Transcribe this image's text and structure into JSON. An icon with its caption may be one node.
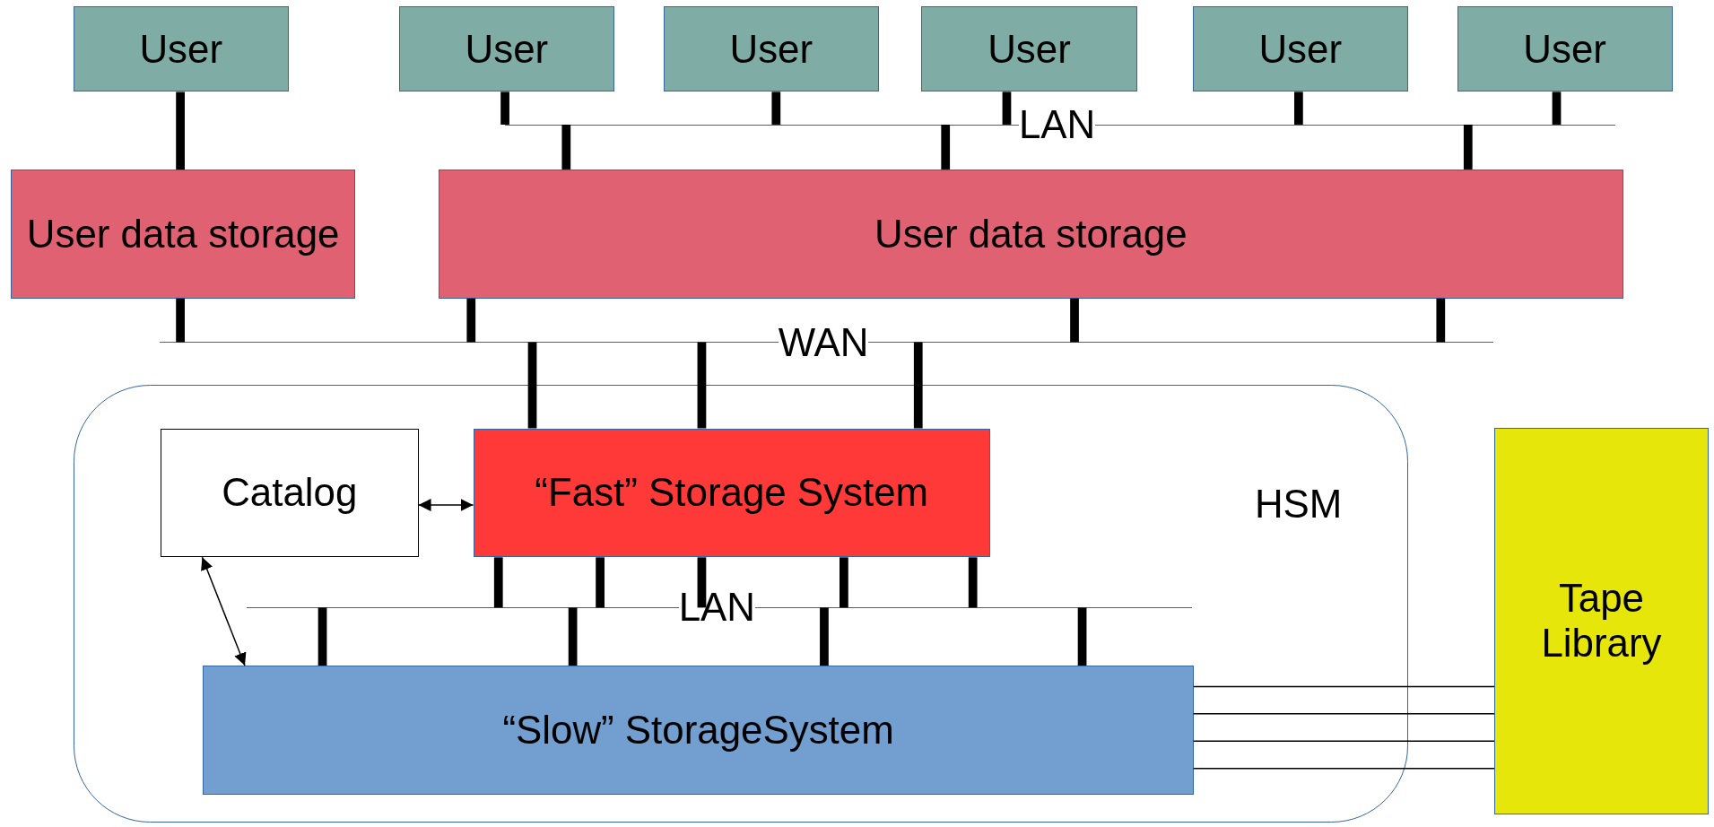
{
  "diagram": {
    "nodes": [
      {
        "text": [
          "User"
        ]
      },
      {
        "text": [
          "User"
        ]
      },
      {
        "text": [
          "User"
        ]
      },
      {
        "text": [
          "User"
        ]
      },
      {
        "text": [
          "User"
        ]
      },
      {
        "text": [
          "User"
        ]
      },
      {
        "text": [
          "User data storage"
        ]
      },
      {
        "text": [
          "User data storage"
        ]
      },
      {
        "text": [
          "LAN"
        ]
      },
      {
        "text": [
          "WAN"
        ]
      },
      {
        "text": [
          "HSM"
        ]
      },
      {
        "text": [
          "Catalog"
        ],
        "in": 10
      },
      {
        "text": [
          "“Fast” Storage System"
        ],
        "in": 10
      },
      {
        "text": [
          "LAN"
        ],
        "in": 10
      },
      {
        "text": [
          "“Slow” StorageSystem"
        ],
        "in": 10
      },
      {
        "text": [
          "Tape Library"
        ]
      }
    ],
    "edges": [
      {
        "from": 0,
        "to": 6,
        "arrow": "none"
      },
      {
        "from": 1,
        "to": 8,
        "arrow": "none"
      },
      {
        "from": 2,
        "to": 8,
        "arrow": "none"
      },
      {
        "from": 3,
        "to": 8,
        "arrow": "none"
      },
      {
        "from": 4,
        "to": 8,
        "arrow": "none"
      },
      {
        "from": 5,
        "to": 8,
        "arrow": "none"
      },
      {
        "from": 8,
        "to": 7,
        "arrow": "none"
      },
      {
        "from": 8,
        "to": 7,
        "arrow": "none"
      },
      {
        "from": 8,
        "to": 7,
        "arrow": "none"
      },
      {
        "from": 6,
        "to": 9,
        "arrow": "none"
      },
      {
        "from": 7,
        "to": 9,
        "arrow": "none"
      },
      {
        "from": 7,
        "to": 9,
        "arrow": "none"
      },
      {
        "from": 7,
        "to": 9,
        "arrow": "none"
      },
      {
        "from": 9,
        "to": 12,
        "arrow": "none"
      },
      {
        "from": 9,
        "to": 12,
        "arrow": "none"
      },
      {
        "from": 9,
        "to": 12,
        "arrow": "none"
      },
      {
        "from": 11,
        "to": 12,
        "arrow": "both"
      },
      {
        "from": 11,
        "to": 14,
        "arrow": "both"
      },
      {
        "from": 12,
        "to": 13,
        "arrow": "none"
      },
      {
        "from": 12,
        "to": 13,
        "arrow": "none"
      },
      {
        "from": 12,
        "to": 13,
        "arrow": "none"
      },
      {
        "from": 12,
        "to": 13,
        "arrow": "none"
      },
      {
        "from": 12,
        "to": 13,
        "arrow": "none"
      },
      {
        "from": 13,
        "to": 14,
        "arrow": "none"
      },
      {
        "from": 13,
        "to": 14,
        "arrow": "none"
      },
      {
        "from": 13,
        "to": 14,
        "arrow": "none"
      },
      {
        "from": 13,
        "to": 14,
        "arrow": "none"
      },
      {
        "from": 14,
        "to": 15,
        "arrow": "none"
      },
      {
        "from": 14,
        "to": 15,
        "arrow": "none"
      },
      {
        "from": 14,
        "to": 15,
        "arrow": "none"
      },
      {
        "from": 14,
        "to": 15,
        "arrow": "none"
      }
    ]
  }
}
